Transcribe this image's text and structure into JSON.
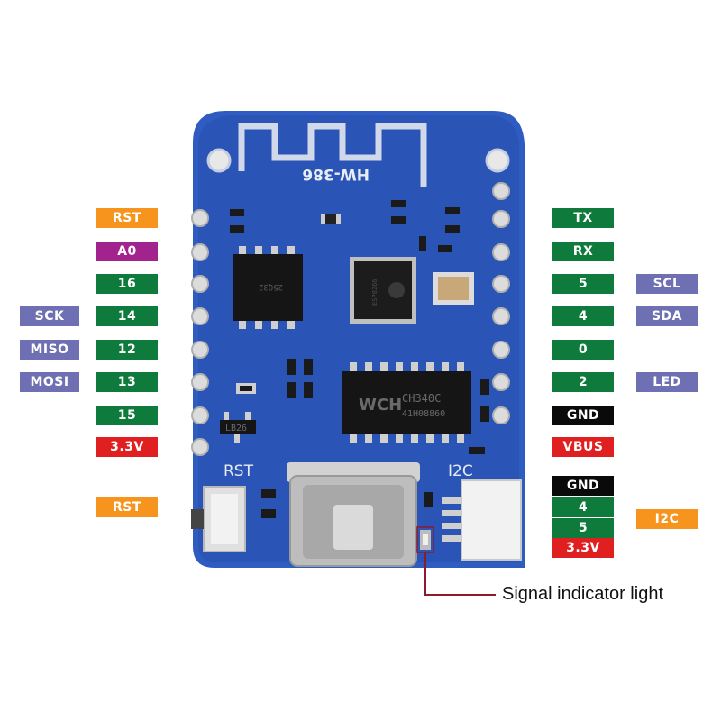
{
  "board": {
    "model": "HW-386",
    "rst_silk": "RST",
    "i2c_silk": "I2C",
    "lb_chip": "LB26",
    "usb_chip": "CH340C",
    "usb_chip_code": "41H08860",
    "usb_chip_logo": "WCH",
    "flash_code": "25Q32",
    "esp_label": "ESP8266"
  },
  "left_pins": [
    {
      "label": "RST",
      "color": "#f7941d"
    },
    {
      "label": "A0",
      "color": "#a3238e"
    },
    {
      "label": "16",
      "color": "#0e7a3b"
    },
    {
      "label": "14",
      "color": "#0e7a3b"
    },
    {
      "label": "12",
      "color": "#0e7a3b"
    },
    {
      "label": "13",
      "color": "#0e7a3b"
    },
    {
      "label": "15",
      "color": "#0e7a3b"
    },
    {
      "label": "3.3V",
      "color": "#e02020"
    }
  ],
  "left_functions": [
    {
      "label": "SCK"
    },
    {
      "label": "MISO"
    },
    {
      "label": "MOSI"
    }
  ],
  "right_pins": [
    {
      "label": "TX"
    },
    {
      "label": "RX"
    },
    {
      "label": "5"
    },
    {
      "label": "4"
    },
    {
      "label": "0"
    },
    {
      "label": "2"
    },
    {
      "label": "GND"
    },
    {
      "label": "VBUS"
    }
  ],
  "right_functions": [
    {
      "label": "SCL"
    },
    {
      "label": "SDA"
    },
    {
      "label": "LED"
    }
  ],
  "rst_button_label": "RST",
  "i2c_pins": [
    {
      "label": "GND"
    },
    {
      "label": "4"
    },
    {
      "label": "5"
    },
    {
      "label": "3.3V"
    }
  ],
  "i2c_label": "I2C",
  "callout": "Signal indicator light"
}
